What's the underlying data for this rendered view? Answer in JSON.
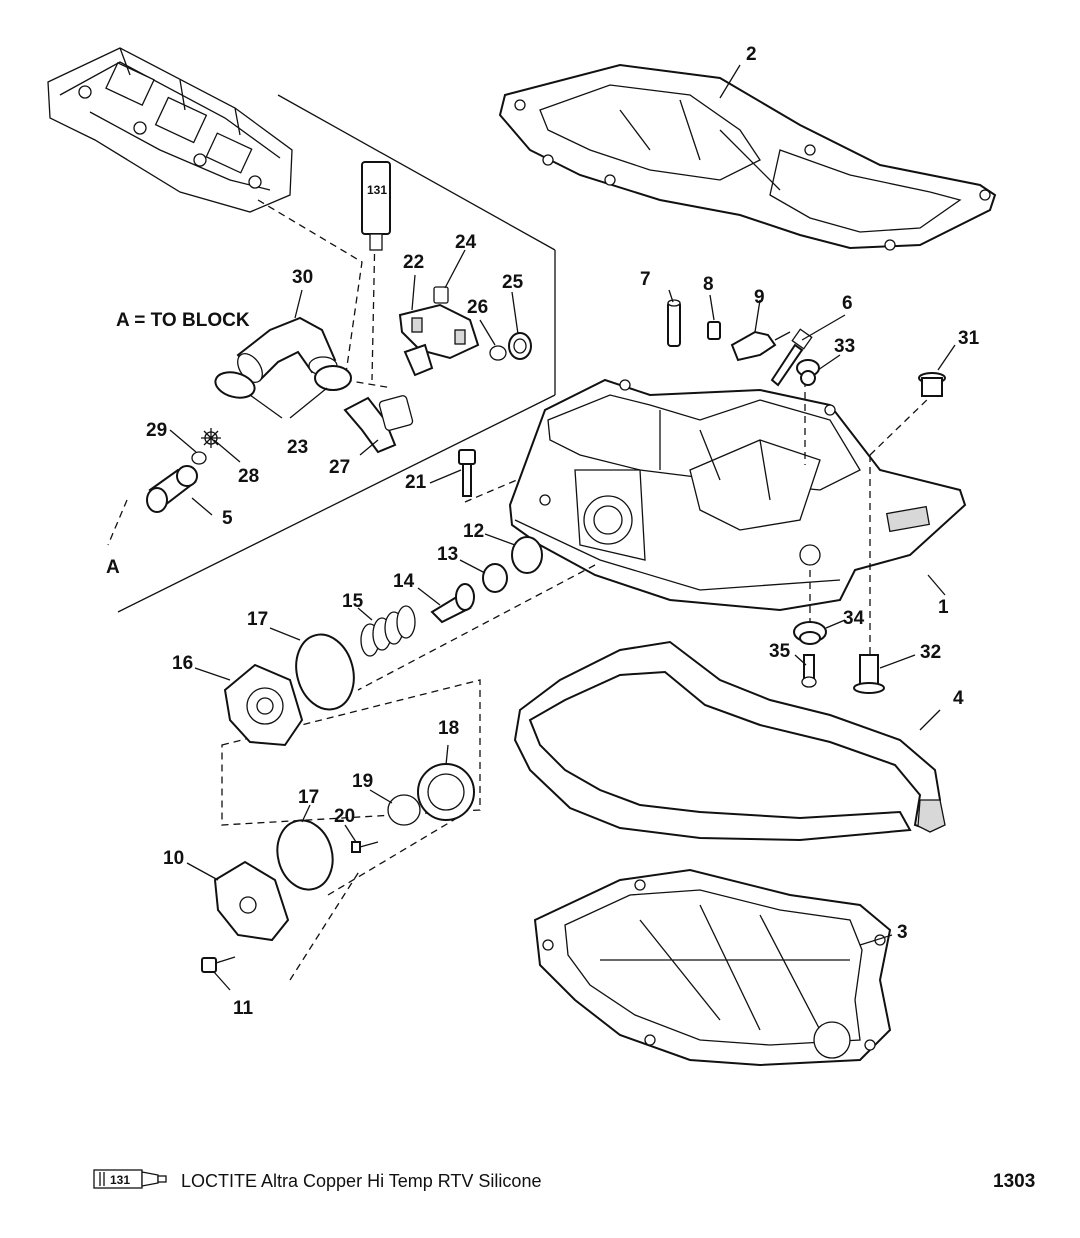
{
  "callouts": {
    "c1": "1",
    "c2": "2",
    "c3": "3",
    "c4": "4",
    "c5": "5",
    "c6": "6",
    "c7": "7",
    "c8": "8",
    "c9": "9",
    "c10": "10",
    "c11": "11",
    "c12": "12",
    "c13": "13",
    "c14": "14",
    "c15": "15",
    "c16": "16",
    "c17a": "17",
    "c17b": "17",
    "c18": "18",
    "c19": "19",
    "c20": "20",
    "c21": "21",
    "c22": "22",
    "c23": "23",
    "c24": "24",
    "c25": "25",
    "c26": "26",
    "c27": "27",
    "c28": "28",
    "c29": "29",
    "c30": "30",
    "c31": "31",
    "c32": "32",
    "c33": "33",
    "c34": "34",
    "c35": "35"
  },
  "note_text": "A = TO BLOCK",
  "marker_a": "A",
  "tube_label": "131",
  "legend": {
    "tube_label": "131",
    "text": "LOCTITE Altra Copper Hi Temp RTV Silicone"
  },
  "page_number": "1303"
}
